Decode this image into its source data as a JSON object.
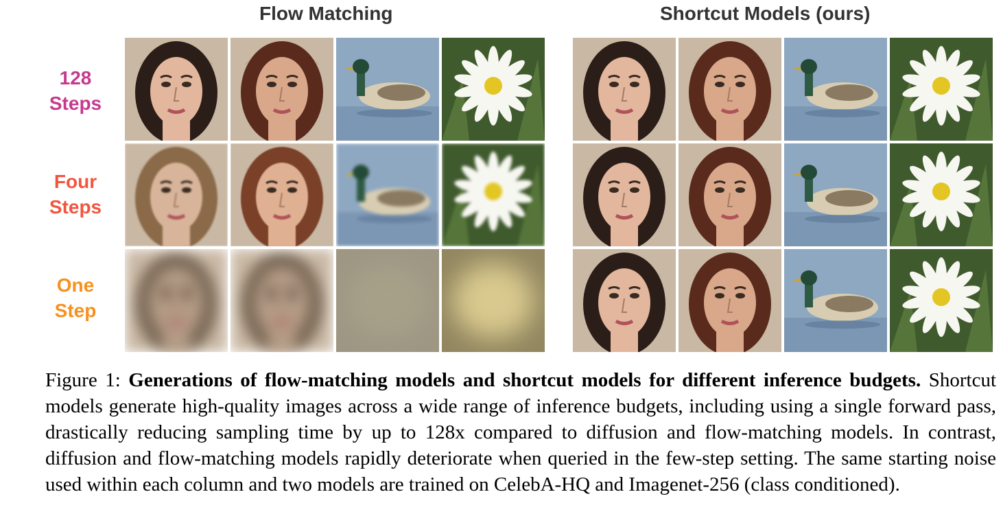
{
  "panels": {
    "left_title": "Flow Matching",
    "right_title": "Shortcut Models (ours)"
  },
  "rows": [
    {
      "line1": "128",
      "line2": "Steps",
      "color": "#c53a8e"
    },
    {
      "line1": "Four",
      "line2": "Steps",
      "color": "#f2553f"
    },
    {
      "line1": "One",
      "line2": "Step",
      "color": "#f7901e"
    }
  ],
  "caption": {
    "label": "Figure 1:",
    "bold": "Generations of flow-matching models and shortcut models for different inference budgets.",
    "text": "Shortcut models generate high-quality images across a wide range of inference budgets, including using a single forward pass, drastically reducing sampling time by up to 128x compared to diffusion and flow-matching models. In contrast, diffusion and flow-matching models rapidly deteriorate when queried in the few-step setting. The same starting noise used within each column and two models are trained on CelebA-HQ and Imagenet-256 (class conditioned)."
  },
  "cells": {
    "left": [
      [
        "face-dark-hair",
        "face-brown-hair",
        "duck",
        "daisy"
      ],
      [
        "face-blonde-blurry",
        "face-auburn",
        "duck-blurry",
        "daisy-blurry"
      ],
      [
        "face-very-blurry",
        "face-very-blurry",
        "blur-gray",
        "blur-yellow"
      ]
    ],
    "right": [
      [
        "face-dark-hair",
        "face-brown-hair",
        "duck",
        "daisy"
      ],
      [
        "face-dark-hair",
        "face-brown-hair",
        "duck",
        "daisy"
      ],
      [
        "face-dark-hair",
        "face-brown-hair",
        "duck",
        "daisy"
      ]
    ]
  }
}
